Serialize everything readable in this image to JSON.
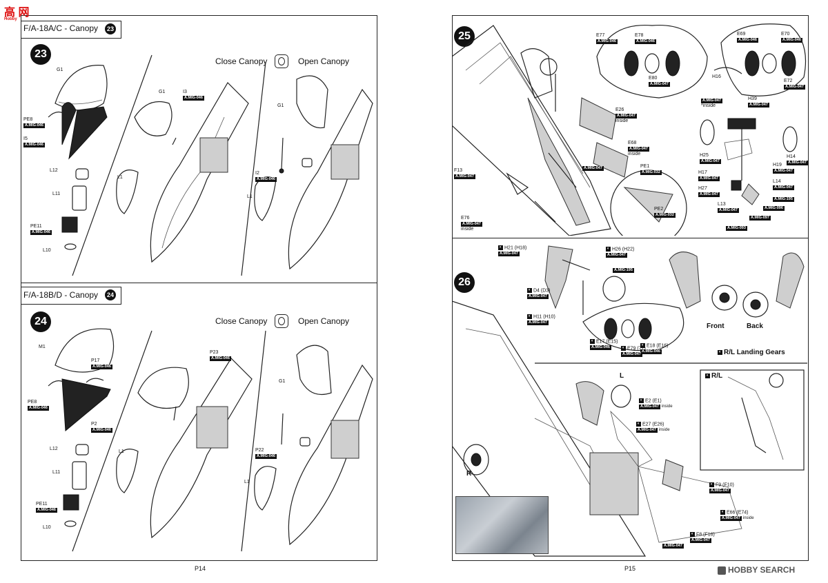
{
  "logo": {
    "site_glyphs": "高 网",
    "site_sub": "Hobby"
  },
  "watermark": {
    "brand": "HOBBY SEARCH"
  },
  "left_page": {
    "page_number": "P14",
    "section_a": {
      "title": "F/A-18A/C - Canopy",
      "step": "23"
    },
    "section_b": {
      "title": "F/A-18B/D - Canopy",
      "step": "24"
    },
    "close_label": "Close Canopy",
    "open_label": "Open Canopy",
    "parts_a": [
      {
        "name": "G1",
        "code": ""
      },
      {
        "name": "PE8",
        "code": "A.MIG-046"
      },
      {
        "name": "I5",
        "code": "A.MIG-046"
      },
      {
        "name": "L12",
        "code": ""
      },
      {
        "name": "L11",
        "code": ""
      },
      {
        "name": "PE11",
        "code": "A.MIG-046"
      },
      {
        "name": "L10",
        "code": ""
      },
      {
        "name": "G1",
        "code": ""
      },
      {
        "name": "I3",
        "code": "A.MIG-046"
      },
      {
        "name": "L1",
        "code": ""
      },
      {
        "name": "G1",
        "code": ""
      },
      {
        "name": "I2",
        "code": "A.MIG-046"
      },
      {
        "name": "L1",
        "code": ""
      }
    ],
    "parts_b": [
      {
        "name": "M1",
        "code": ""
      },
      {
        "name": "P17",
        "code": "A.MIG-046"
      },
      {
        "name": "PE8",
        "code": "A.MIG-046"
      },
      {
        "name": "P2",
        "code": "A.MIG-046"
      },
      {
        "name": "L12",
        "code": ""
      },
      {
        "name": "L11",
        "code": ""
      },
      {
        "name": "PE11",
        "code": "A.MIG-046"
      },
      {
        "name": "L10",
        "code": ""
      },
      {
        "name": "P23",
        "code": "A.MIG-046"
      },
      {
        "name": "L1",
        "code": ""
      },
      {
        "name": "G1",
        "code": ""
      },
      {
        "name": "P22",
        "code": "A.MIG-046"
      },
      {
        "name": "L1",
        "code": ""
      }
    ]
  },
  "right_page": {
    "page_number": "P15",
    "step_25": "25",
    "step_26": "26",
    "parts_25": [
      {
        "name": "E77",
        "code": "A.MIG-046",
        "note": ""
      },
      {
        "name": "E78",
        "code": "A.MIG-046",
        "note": ""
      },
      {
        "name": "E80",
        "code": "A.MIG-047",
        "note": ""
      },
      {
        "name": "E69",
        "code": "A.MIG-046",
        "note": ""
      },
      {
        "name": "E70",
        "code": "A.MIG-046",
        "note": ""
      },
      {
        "name": "E72",
        "code": "A.MIG-047",
        "note": ""
      },
      {
        "name": "H16",
        "code": "",
        "note": ""
      },
      {
        "name": "",
        "code": "A.MIG-047",
        "note": "*inside"
      },
      {
        "name": "H39",
        "code": "A.MIG-047",
        "note": ""
      },
      {
        "name": "E26",
        "code": "A.MIG-047",
        "note": "inside"
      },
      {
        "name": "E68",
        "code": "A.MIG-047",
        "note": "inside"
      },
      {
        "name": "",
        "code": "A.MIG-047",
        "note": ""
      },
      {
        "name": "PE1",
        "code": "A.MIG-032",
        "note": ""
      },
      {
        "name": "PE2",
        "code": "A.MIG-032",
        "note": ""
      },
      {
        "name": "F13",
        "code": "A.MIG-047",
        "note": ""
      },
      {
        "name": "E76",
        "code": "A.MIG-047",
        "note": "inside"
      },
      {
        "name": "H25",
        "code": "A.MIG-047",
        "note": ""
      },
      {
        "name": "H14",
        "code": "A.MIG-047",
        "note": ""
      },
      {
        "name": "H19",
        "code": "A.MIG-047",
        "note": ""
      },
      {
        "name": "H17",
        "code": "A.MIG-047",
        "note": ""
      },
      {
        "name": "L14",
        "code": "A.MIG-047",
        "note": ""
      },
      {
        "name": "H27",
        "code": "A.MIG-047",
        "note": ""
      },
      {
        "name": "",
        "code": "A.MIG-195",
        "note": ""
      },
      {
        "name": "L13",
        "code": "A.MIG-047",
        "note": ""
      },
      {
        "name": "",
        "code": "A.MIG-096",
        "note": ""
      },
      {
        "name": "",
        "code": "A.MIG-097",
        "note": ""
      },
      {
        "name": "",
        "code": "A.MIG-093",
        "note": ""
      }
    ],
    "parts_26": [
      {
        "name": "H21 (H18)",
        "code": "A.MIG-047",
        "note": ""
      },
      {
        "name": "H26 (H22)",
        "code": "A.MIG-047",
        "note": ""
      },
      {
        "name": "",
        "code": "A.MIG-195",
        "note": ""
      },
      {
        "name": "D4 (D3)",
        "code": "A.MIG-047",
        "note": ""
      },
      {
        "name": "H11 (H10)",
        "code": "A.MIG-047",
        "note": ""
      },
      {
        "name": "E17 (E15)",
        "code": "A.MIG-046",
        "note": ""
      },
      {
        "name": "E18 (E16)",
        "code": "A.MIG-046",
        "note": ""
      },
      {
        "name": "E79 (71)",
        "code": "A.MIG-047",
        "note": ""
      },
      {
        "name": "E2 (E1)",
        "code": "A.MIG-047",
        "note": "inside"
      },
      {
        "name": "E27 (E26)",
        "code": "A.MIG-047",
        "note": "inside"
      },
      {
        "name": "F9 (F10)",
        "code": "A.MIG-047",
        "note": ""
      },
      {
        "name": "E66 (E74)",
        "code": "A.MIG-047",
        "note": "inside"
      },
      {
        "name": "F8 (F16)",
        "code": "A.MIG-047",
        "note": ""
      },
      {
        "name": "",
        "code": "A.MIG-047",
        "note": ""
      }
    ],
    "landing": {
      "front": "Front",
      "back": "Back",
      "title": "R/L Landing Gears",
      "rl": "R/L",
      "l": "L",
      "r": "R"
    }
  }
}
